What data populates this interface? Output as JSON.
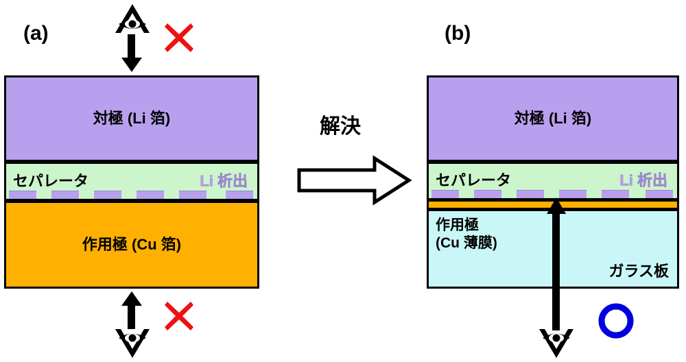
{
  "figure": {
    "panels": [
      {
        "id": "a",
        "label": "(a)",
        "layers": {
          "counter_electrode": "対極 (Li 箔)",
          "separator": "セパレータ",
          "li_deposition": "Li 析出",
          "working_electrode": "作用極 (Cu 箔)"
        },
        "observation": {
          "top_mark": "✕",
          "bottom_mark": "✕",
          "top_eye": "eye-looking-down",
          "bottom_eye": "eye-looking-up"
        },
        "li_nub_count": 6
      },
      {
        "id": "b",
        "label": "(b)",
        "layers": {
          "counter_electrode": "対極 (Li 箔)",
          "separator": "セパレータ",
          "li_deposition": "Li 析出",
          "working_electrode": "作用極\n(Cu 薄膜)",
          "substrate": "ガラス板"
        },
        "observation": {
          "bottom_mark": "◯",
          "bottom_eye": "eye-looking-up"
        },
        "li_nub_count": 6
      }
    ],
    "transition": {
      "text": "解決",
      "arrow": "block-arrow-right"
    },
    "colors": {
      "li_foil": "#b9a0ee",
      "separator": "#ccf5cc",
      "cu_foil": "#ffb000",
      "cu_film": "#ffb000",
      "glass": "#c9f7f7",
      "cross_mark": "#ee1111",
      "circle_mark": "#0000dd",
      "outline": "#000000",
      "li_deposit": "#b9a0ee"
    }
  }
}
